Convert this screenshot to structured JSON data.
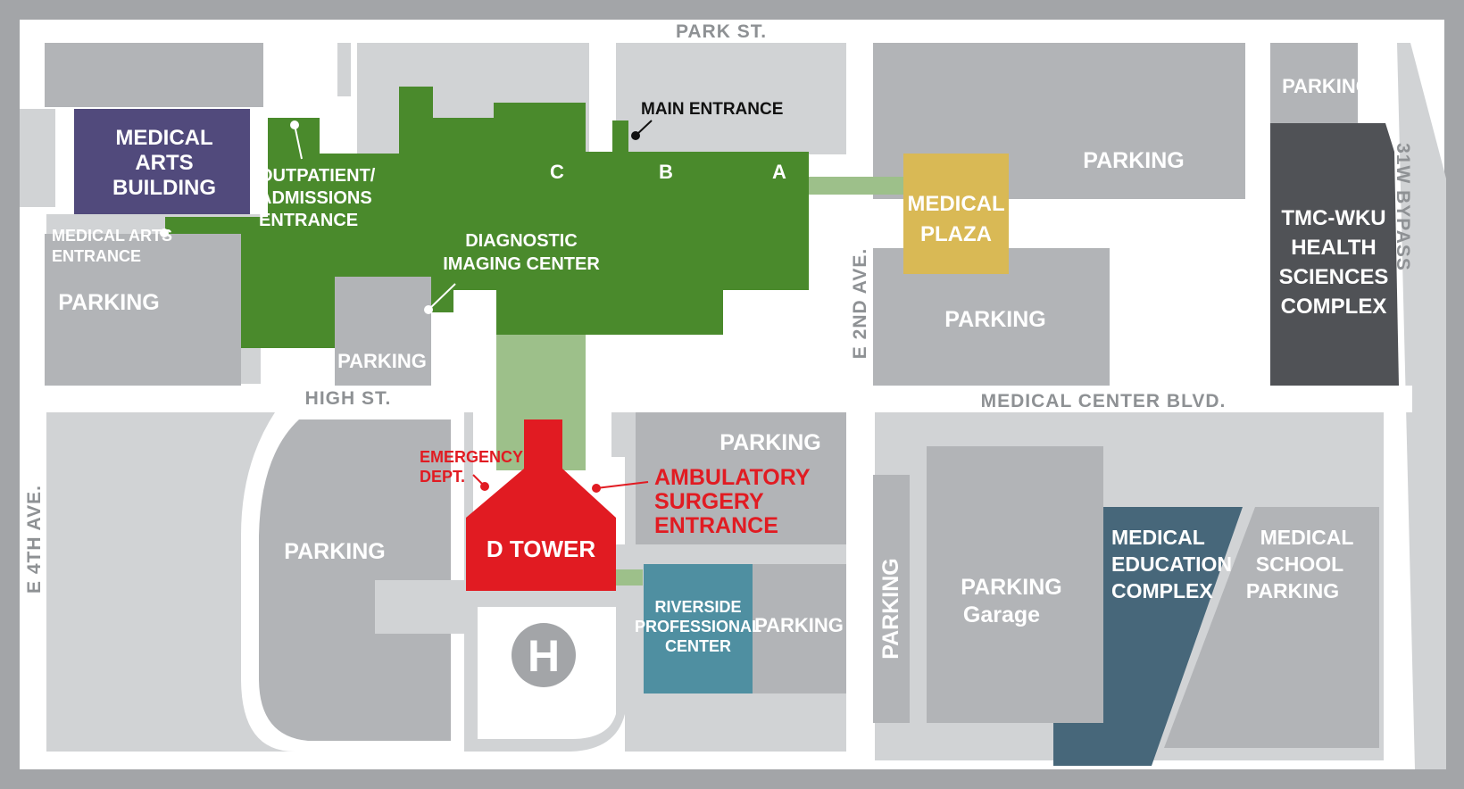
{
  "streets": {
    "park": "PARK ST.",
    "high": "HIGH ST.",
    "medical_center_blvd": "MEDICAL CENTER BLVD.",
    "e_2nd": "E 2ND AVE.",
    "e_4th": "E 4TH AVE.",
    "bypass": "31W BYPASS"
  },
  "buildings": {
    "medical_arts": [
      "MEDICAL",
      "ARTS",
      "BUILDING"
    ],
    "medical_plaza": [
      "MEDICAL",
      "PLAZA"
    ],
    "tmc_wku": [
      "TMC-WKU",
      "HEALTH",
      "SCIENCES",
      "COMPLEX"
    ],
    "d_tower": "D TOWER",
    "riverside": [
      "RIVERSIDE",
      "PROFESSIONAL",
      "CENTER"
    ],
    "med_education": [
      "MEDICAL",
      "EDUCATION",
      "COMPLEX"
    ],
    "med_school_parking": [
      "MEDICAL",
      "SCHOOL",
      "PARKING"
    ],
    "parking_garage": [
      "PARKING",
      "Garage"
    ],
    "helipad": "H"
  },
  "main_hospital": {
    "wing_a": "A",
    "wing_b": "B",
    "wing_c": "C",
    "outpatient": [
      "OUTPATIENT/",
      "ADMISSIONS",
      "ENTRANCE"
    ],
    "diagnostic": [
      "DIAGNOSTIC",
      "IMAGING CENTER"
    ]
  },
  "entrances": {
    "main": "MAIN ENTRANCE",
    "medical_arts": [
      "MEDICAL ARTS",
      "ENTRANCE"
    ],
    "emergency": [
      "EMERGENCY",
      "DEPT."
    ],
    "ambulatory": [
      "AMBULATORY",
      "SURGERY",
      "ENTRANCE"
    ]
  },
  "parking_label": "PARKING",
  "colors": {
    "frame": "#a3a5a8",
    "road": "#ffffff",
    "lot": "#b2b4b7",
    "block": "#d1d3d5",
    "hospital": "#4a8a2c",
    "connector": "#9dc08a",
    "medical_arts": "#514a7c",
    "medical_plaza": "#d9b955",
    "tmc_wku": "#505256",
    "d_tower": "#e11b22",
    "riverside": "#4f8fa1",
    "med_education": "#47677a"
  }
}
